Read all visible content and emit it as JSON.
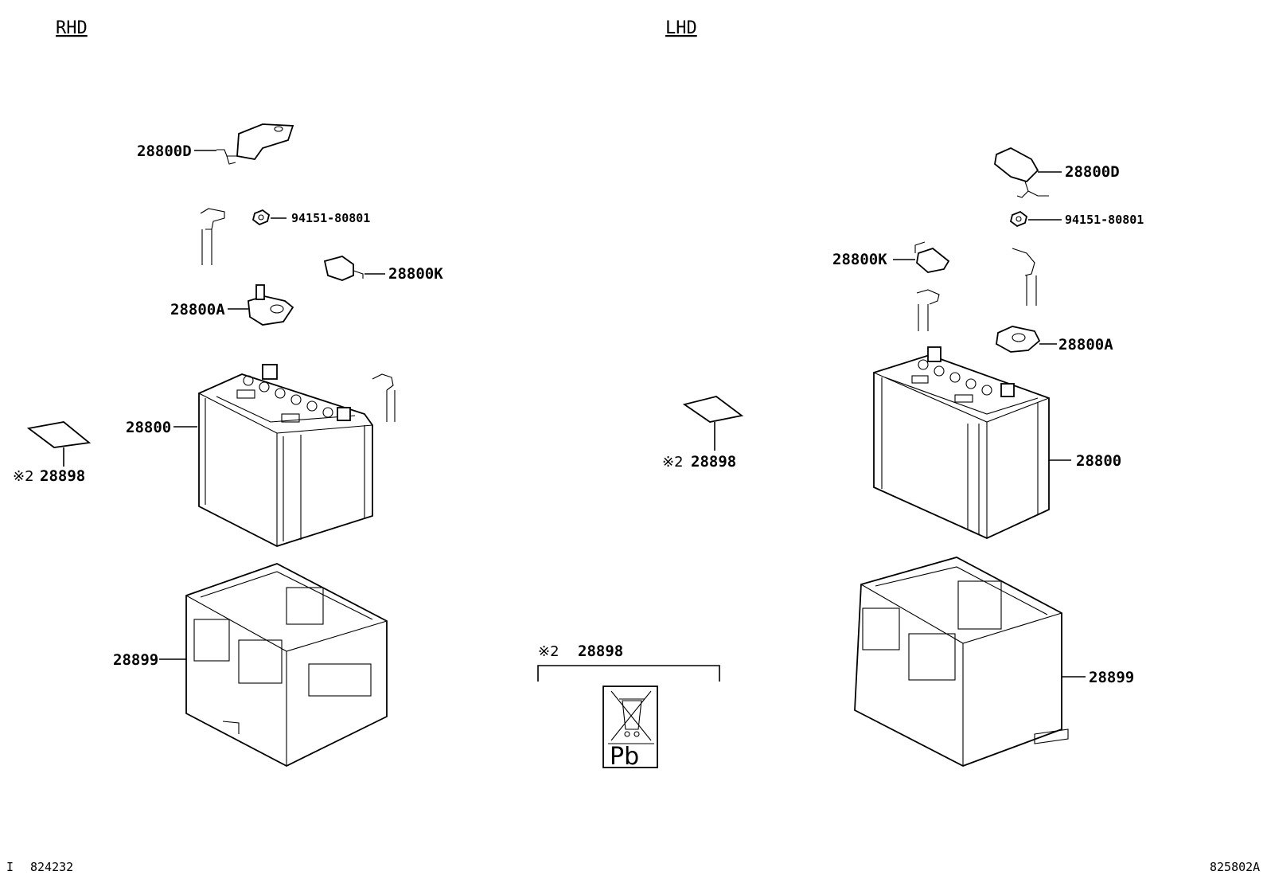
{
  "headers": {
    "rhd": "RHD",
    "lhd": "LHD"
  },
  "rhd": {
    "cover": "28800D",
    "nut": "94151-80801",
    "clamp_k": "28800K",
    "terminal_a": "28800A",
    "battery": "28800",
    "label_mark": "※2",
    "label": "28898",
    "tray": "28899"
  },
  "lhd": {
    "cover": "28800D",
    "nut": "94151-80801",
    "clamp_k": "28800K",
    "terminal_a": "28800A",
    "battery": "28800",
    "label_mark": "※2",
    "label": "28898",
    "tray": "28899"
  },
  "center_label": {
    "mark": "※2",
    "part": "28898",
    "symbol_text": "Pb"
  },
  "footer": {
    "left_marker": "I",
    "left_code": "824232",
    "right_code": "825802A"
  }
}
